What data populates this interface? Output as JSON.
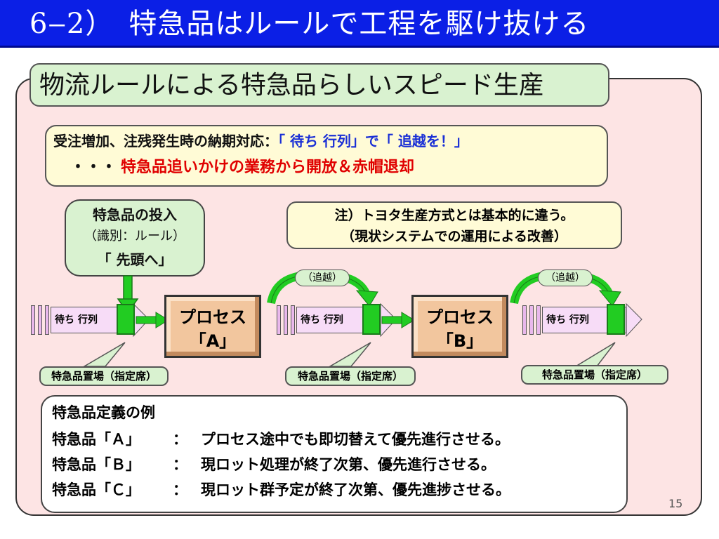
{
  "title": "6‒2）　特急品はルールで工程を駆け抜ける",
  "header": "物流ルールによる特急品らしいスピード生産",
  "order": {
    "line1_black": "受注増加、注残発生時の納期対応：",
    "line1_blue": "「 待ち 行列」で「 追越を！」",
    "line2_black": "・・・",
    "line2_red": "特急品追いかけの業務から開放＆赤帽退却"
  },
  "bubble": {
    "line1": "特急品の投入",
    "line2": "（識別：ルール）",
    "line3": "「 先頭へ」"
  },
  "note": {
    "line1": "注）トヨタ生産方式とは基本的に違う。",
    "line2": "（現状システムでの運用による改善）"
  },
  "queue_label": "待ち 行列",
  "processes": [
    {
      "line1": "プロセス",
      "line2": "「A」"
    },
    {
      "line1": "プロセス",
      "line2": "「B」"
    }
  ],
  "overtake_label": "（追越）",
  "place_label": "特急品置場（指定席）",
  "definitions": {
    "title": "特急品定義の例",
    "rows": [
      {
        "key": "特急品「Ａ」",
        "sep": "：",
        "text": "プロセス途中でも即切替えて優先進行させる。"
      },
      {
        "key": "特急品「Ｂ」",
        "sep": "：",
        "text": "現ロット処理が終了次第、優先進行させる。"
      },
      {
        "key": "特急品「Ｃ」",
        "sep": "：",
        "text": "現ロット群予定が終了次第、優先進捗させる。"
      }
    ]
  },
  "page_number": "15",
  "colors": {
    "title_bar": "#0b1fe6",
    "panel": "#fde4e4",
    "green_box": "#d9f2d0",
    "yellow_box": "#fffbd6",
    "process": "#f2c69e",
    "queue": "#f7dcf7",
    "accent_blue": "#1a2fd6",
    "accent_red": "#e00000",
    "arrow_green": "#22cc22"
  }
}
